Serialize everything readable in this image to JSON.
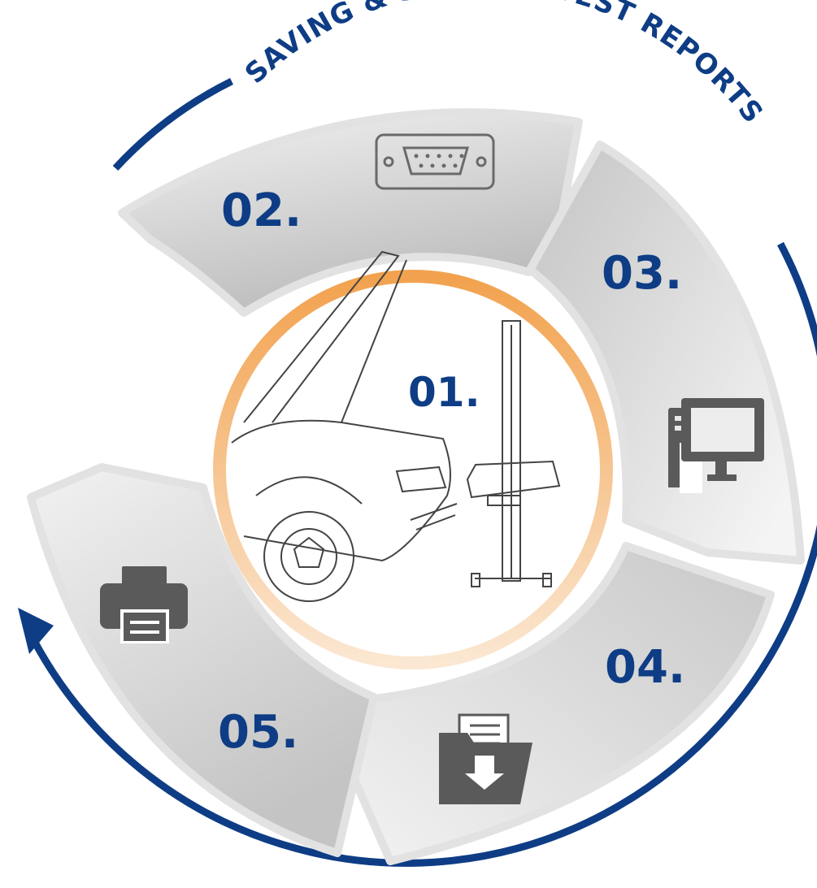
{
  "title": "SAVING & STORING TEST REPORTS",
  "colors": {
    "accent": "#0e3d85",
    "segment_light": "#efefef",
    "segment_dark": "#c9c9c9",
    "icon": "#5a5a5a",
    "ring_orange": "#f2a95c"
  },
  "steps": [
    {
      "label": "01.",
      "icon": "car-headlight-tester-illustration"
    },
    {
      "label": "02.",
      "icon": "serial-port-connector-icon"
    },
    {
      "label": "03.",
      "icon": "desktop-computer-icon"
    },
    {
      "label": "04.",
      "icon": "folder-download-icon"
    },
    {
      "label": "05.",
      "icon": "printer-icon"
    }
  ]
}
